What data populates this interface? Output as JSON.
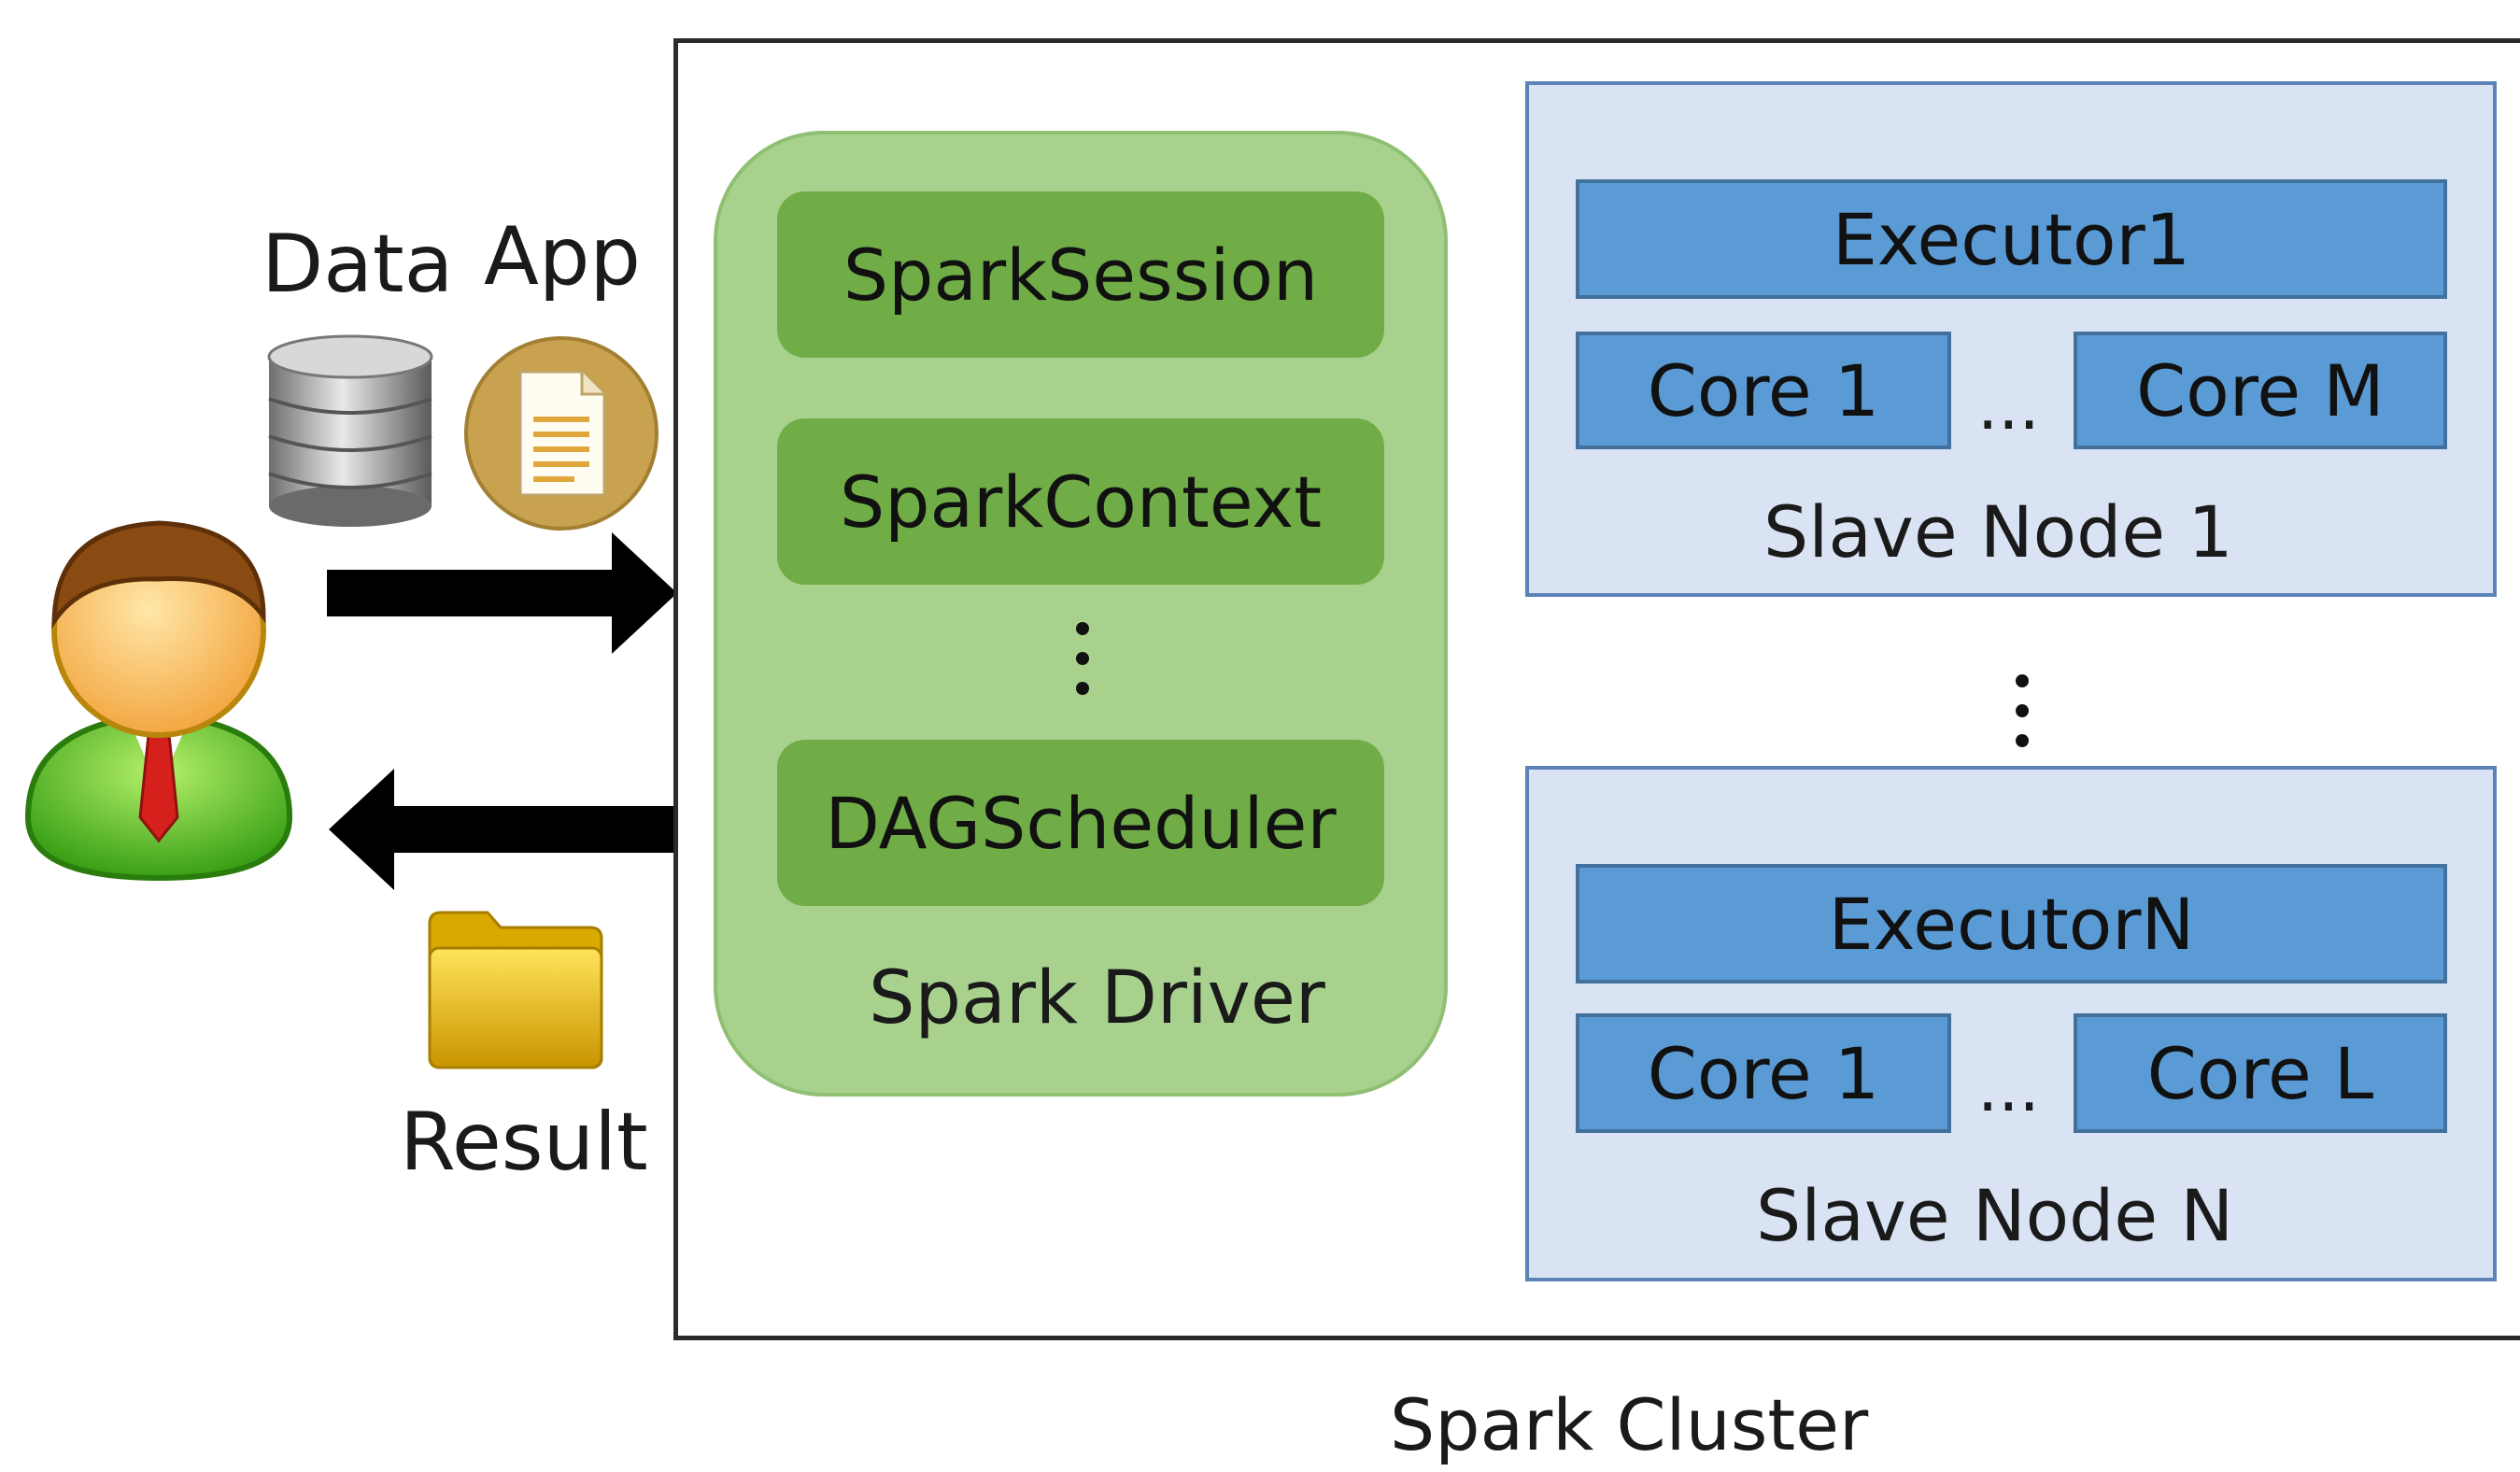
{
  "inputs": {
    "data_label": "Data",
    "app_label": "App"
  },
  "output": {
    "result_label": "Result"
  },
  "driver": {
    "items": [
      "SparkSession",
      "SparkContext",
      "DAGScheduler"
    ],
    "label": "Spark Driver"
  },
  "nodes": [
    {
      "executor": "Executor1",
      "core_first": "Core 1",
      "core_last": "Core M",
      "ellipsis": "...",
      "label": "Slave Node 1"
    },
    {
      "executor": "ExecutorN",
      "core_first": "Core 1",
      "core_last": "Core L",
      "ellipsis": "...",
      "label": "Slave Node N"
    }
  ],
  "cluster": {
    "label": "Spark Cluster"
  },
  "colors": {
    "driver_fill": "#a9d18e",
    "driver_item": "#70ad47",
    "node_fill": "#dae3f3",
    "executor_fill": "#5b9bd5",
    "arrow": "#000000"
  },
  "icons": [
    "user-icon",
    "database-icon",
    "document-icon",
    "folder-icon"
  ]
}
